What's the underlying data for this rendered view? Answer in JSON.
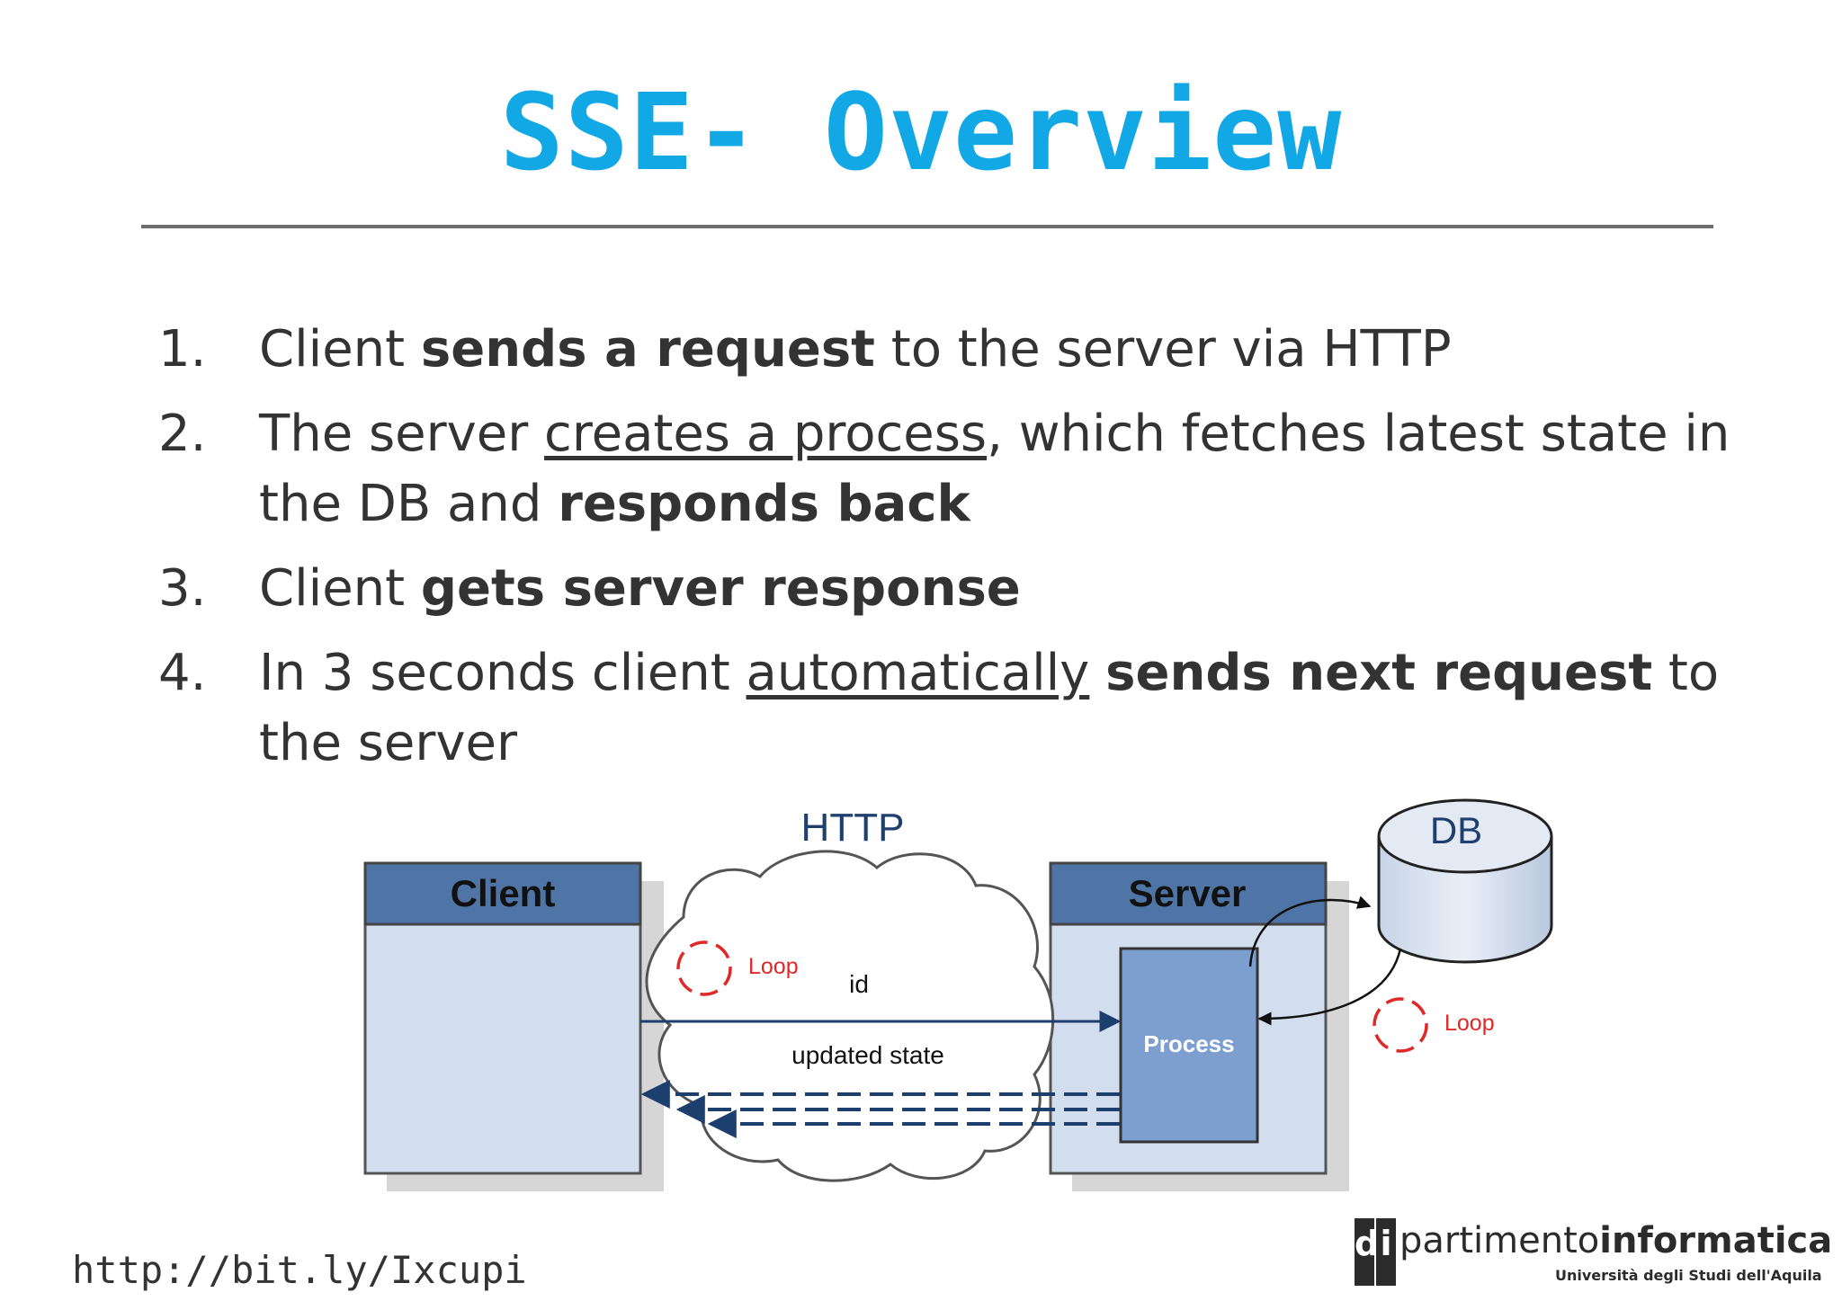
{
  "slide": {
    "title": "SSE- Overview",
    "footer_link": "http://bit.ly/Ixcupi"
  },
  "bullets": [
    {
      "num": "1.",
      "parts": [
        {
          "text": "Client ",
          "style": "normal"
        },
        {
          "text": "sends a request",
          "style": "bold"
        },
        {
          "text": " to the server via HTTP",
          "style": "normal"
        }
      ]
    },
    {
      "num": "2.",
      "parts": [
        {
          "text": "The server ",
          "style": "normal"
        },
        {
          "text": "creates a process",
          "style": "underline"
        },
        {
          "text": ", which fetches latest state in the DB and ",
          "style": "normal"
        },
        {
          "text": "responds back",
          "style": "bold"
        }
      ]
    },
    {
      "num": "3.",
      "parts": [
        {
          "text": "Client ",
          "style": "normal"
        },
        {
          "text": "gets server response",
          "style": "bold"
        }
      ]
    },
    {
      "num": "4.",
      "parts": [
        {
          "text": "In 3 seconds client ",
          "style": "normal"
        },
        {
          "text": "automatically",
          "style": "underline"
        },
        {
          "text": " ",
          "style": "normal"
        },
        {
          "text": "sends next request",
          "style": "bold"
        },
        {
          "text": " to the server",
          "style": "normal"
        }
      ]
    }
  ],
  "diagram": {
    "http_label": "HTTP",
    "client_label": "Client",
    "server_label": "Server",
    "db_label": "DB",
    "process_label": "Process",
    "loop_label_left": "Loop",
    "loop_label_right": "Loop",
    "request_label": "id",
    "response_label": "updated state"
  },
  "logo": {
    "box_letters": [
      "d",
      "i"
    ],
    "word_normal": "partimento",
    "word_bold": "informatica",
    "subtitle": "Università degli Studi dell'Aquila"
  },
  "colors": {
    "title": "#12a8e6",
    "header_bar": "#4f75a6",
    "panel_fill": "#cfdcec",
    "process_fill": "#7d9fd0",
    "arrow": "#1c3f6e",
    "loop": "#e02828"
  }
}
